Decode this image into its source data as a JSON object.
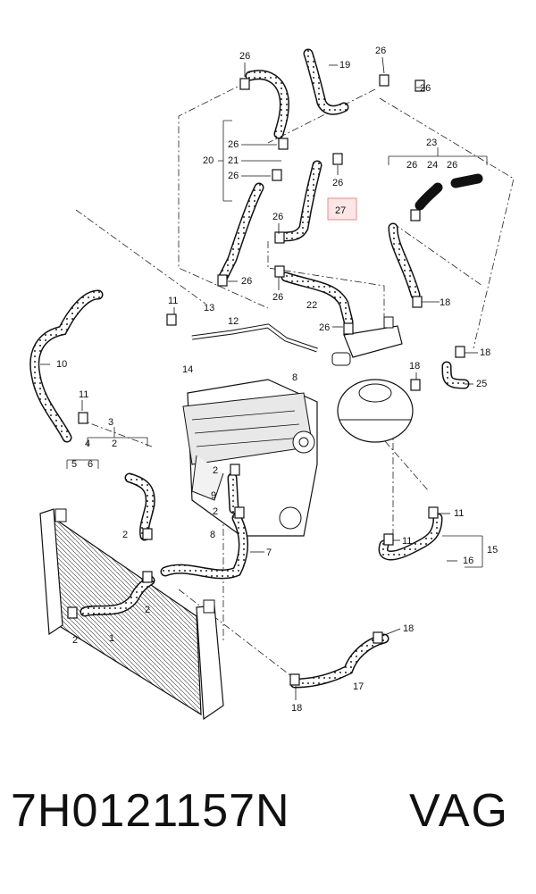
{
  "callouts": {
    "n1": "1",
    "n2": "2",
    "n3": "3",
    "n4": "4",
    "n5": "5",
    "n6": "6",
    "n7": "7",
    "n8": "8",
    "n9": "9",
    "n10": "10",
    "n11": "11",
    "n12": "12",
    "n13": "13",
    "n14": "14",
    "n15": "15",
    "n16": "16",
    "n17": "17",
    "n18": "18",
    "n19": "19",
    "n20": "20",
    "n21": "21",
    "n22": "22",
    "n23": "23",
    "n24": "24",
    "n25": "25",
    "n26": "26",
    "n27": "27"
  },
  "footer": {
    "part_number": "7H0121157N",
    "brand": "VAG"
  },
  "colors": {
    "highlight_fill": "#fde6e6",
    "highlight_stroke": "#e88888",
    "line": "#111111"
  }
}
